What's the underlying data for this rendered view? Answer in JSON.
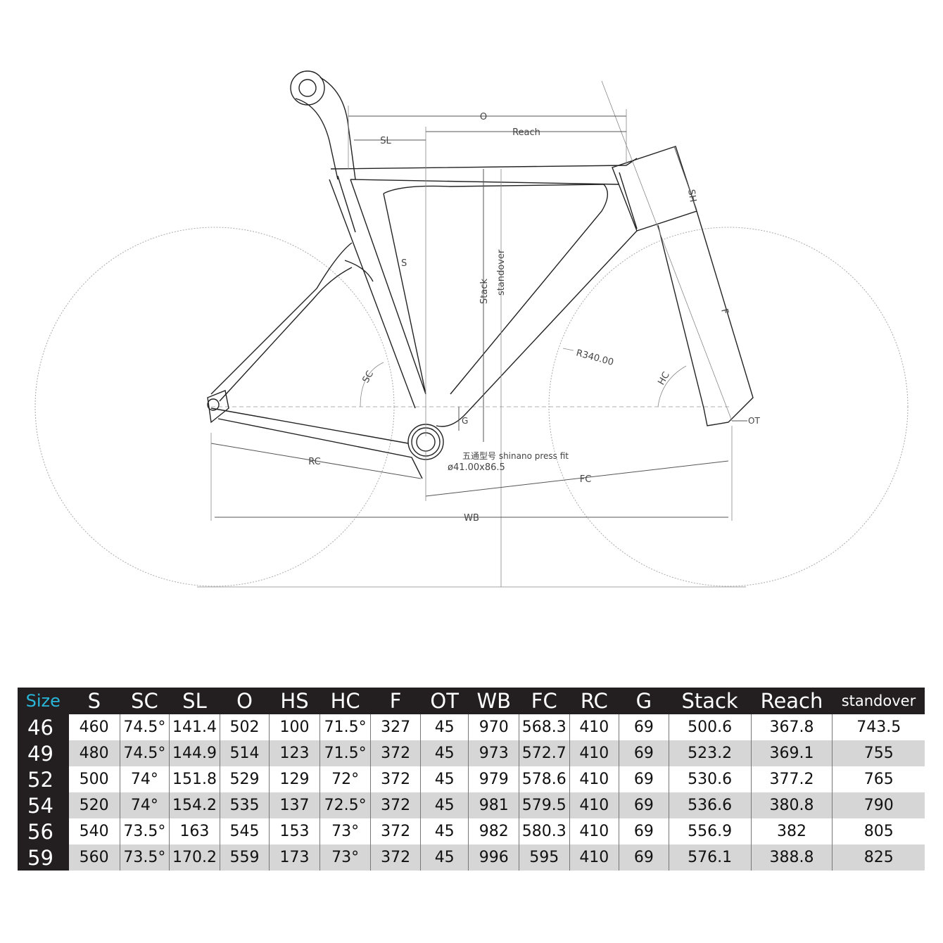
{
  "labels": {
    "O": "O",
    "Reach": "Reach",
    "SL": "SL",
    "SH": "SH",
    "S": "S",
    "Stack": "Stack",
    "standover": "standover",
    "F": "F",
    "R340": "R340.00",
    "HC": "HC",
    "SC": "SC",
    "G": "G",
    "OT": "OT",
    "bb_type": "五通型号 shinano press fit",
    "bb_size": "ø41.00x86.5",
    "RC": "RC",
    "FC": "FC",
    "WB": "WB"
  },
  "table": {
    "headers": [
      "Size",
      "S",
      "SC",
      "SL",
      "O",
      "HS",
      "HC",
      "F",
      "OT",
      "WB",
      "FC",
      "RC",
      "G",
      "Stack",
      "Reach",
      "standover"
    ],
    "rows": [
      [
        "46",
        "460",
        "74.5°",
        "141.4",
        "502",
        "100",
        "71.5°",
        "327",
        "45",
        "970",
        "568.3",
        "410",
        "69",
        "500.6",
        "367.8",
        "743.5"
      ],
      [
        "49",
        "480",
        "74.5°",
        "144.9",
        "514",
        "123",
        "71.5°",
        "372",
        "45",
        "973",
        "572.7",
        "410",
        "69",
        "523.2",
        "369.1",
        "755"
      ],
      [
        "52",
        "500",
        "74°",
        "151.8",
        "529",
        "129",
        "72°",
        "372",
        "45",
        "979",
        "578.6",
        "410",
        "69",
        "530.6",
        "377.2",
        "765"
      ],
      [
        "54",
        "520",
        "74°",
        "154.2",
        "535",
        "137",
        "72.5°",
        "372",
        "45",
        "981",
        "579.5",
        "410",
        "69",
        "536.6",
        "380.8",
        "790"
      ],
      [
        "56",
        "540",
        "73.5°",
        "163",
        "545",
        "153",
        "73°",
        "372",
        "45",
        "982",
        "580.3",
        "410",
        "69",
        "556.9",
        "382",
        "805"
      ],
      [
        "59",
        "560",
        "73.5°",
        "170.2",
        "559",
        "173",
        "73°",
        "372",
        "45",
        "996",
        "595",
        "410",
        "69",
        "576.1",
        "388.8",
        "825"
      ]
    ]
  }
}
